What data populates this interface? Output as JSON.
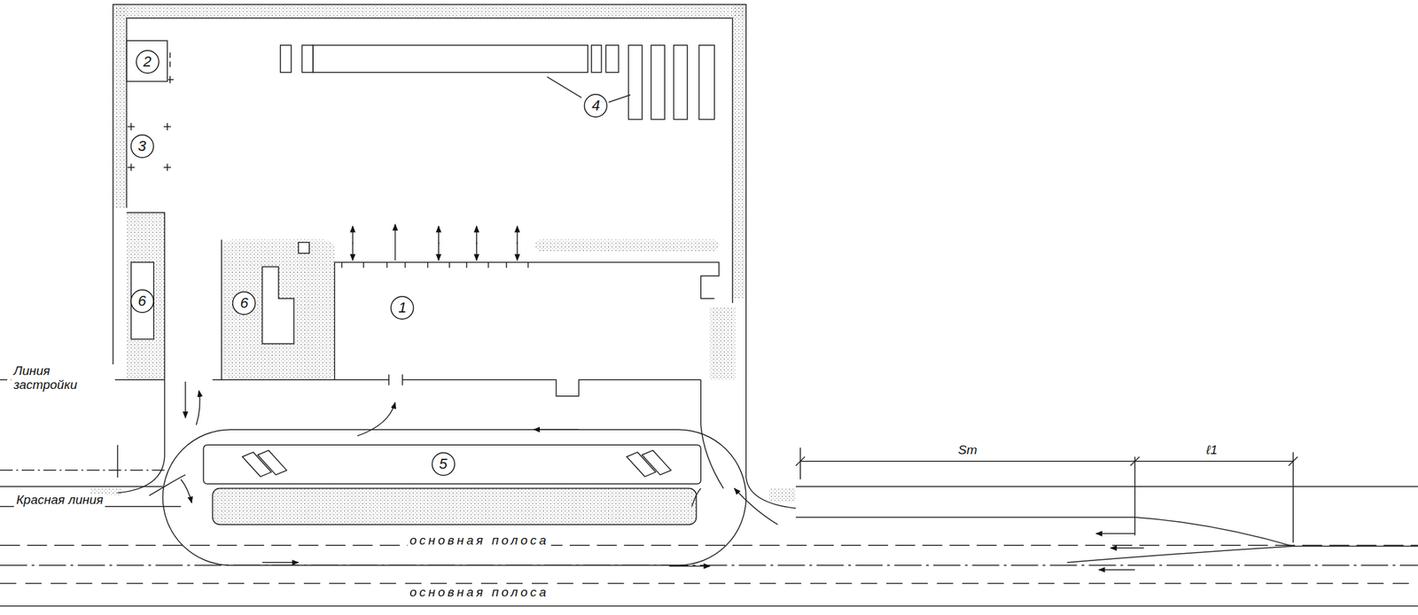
{
  "diagram": {
    "nodes": [
      {
        "text": [
          "2"
        ]
      },
      {
        "text": [
          "4"
        ]
      },
      {
        "text": [
          "3"
        ]
      },
      {
        "text": [
          "6"
        ]
      },
      {
        "text": [
          "6"
        ]
      },
      {
        "text": [
          "1"
        ]
      },
      {
        "text": [
          "5"
        ]
      }
    ],
    "labels": [
      "Линия застройки",
      "Красная линия",
      "Sт",
      "ℓ1",
      "основная полоса",
      "основная полоса"
    ]
  }
}
